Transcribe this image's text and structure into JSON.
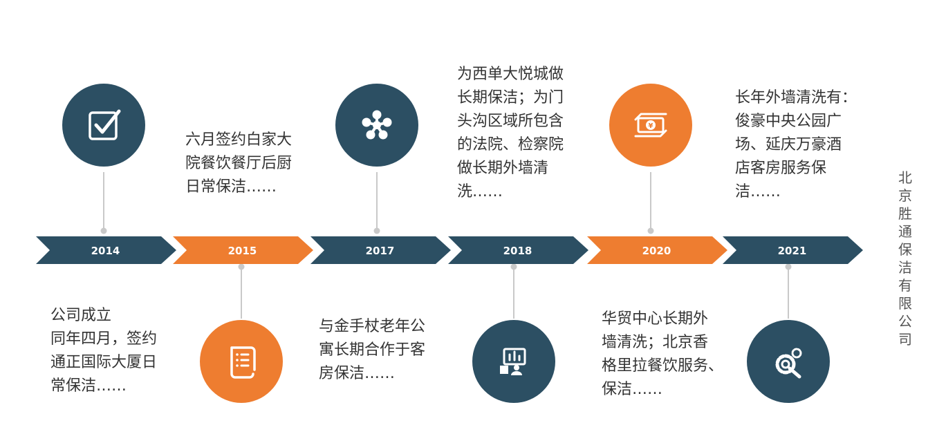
{
  "colors": {
    "navy": "#2c4f63",
    "orange": "#ee7d30",
    "connector": "#c9c9c9"
  },
  "side_title": "北京胜通保洁有限公司",
  "milestones": [
    {
      "year": "2014",
      "color": "navy",
      "icon": "checkbox-icon",
      "text": "公司成立\n同年四月，签约\n通正国际大厦日\n常保洁……"
    },
    {
      "year": "2015",
      "color": "orange",
      "icon": "document-scroll-icon",
      "text": "六月签约白家大\n院餐饮餐厅后厨\n日常保洁……"
    },
    {
      "year": "2017",
      "color": "navy",
      "icon": "network-nodes-icon",
      "text": "与金手杖老年公\n寓长期合作于客\n房保洁……"
    },
    {
      "year": "2018",
      "color": "navy",
      "icon": "monitor-user-icon",
      "text": "为西单大悦城做\n长期保洁；为门\n头沟区域所包含\n的法院、检察院\n做长期外墙清\n洗……"
    },
    {
      "year": "2020",
      "color": "orange",
      "icon": "money-exchange-icon",
      "text": "华贸中心长期外\n墙清洗；北京香\n格里拉餐饮服务、\n保洁……"
    },
    {
      "year": "2021",
      "color": "navy",
      "icon": "gear-wrench-icon",
      "text": "长年外墙清洗有：\n俊豪中央公园广\n场、延庆万豪酒\n店客房服务保\n洁……"
    }
  ]
}
